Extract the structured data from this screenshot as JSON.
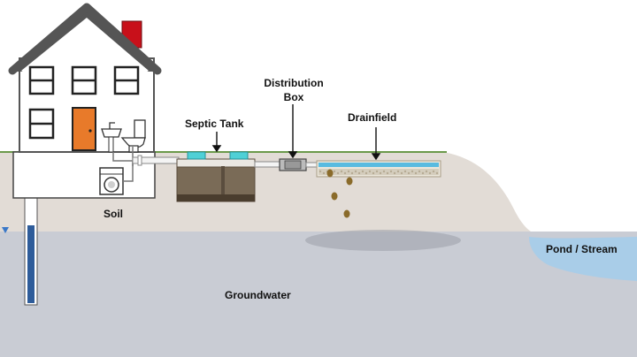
{
  "labels": {
    "septic_tank": "Septic Tank",
    "distribution_box_line1": "Distribution",
    "distribution_box_line2": "Box",
    "drainfield": "Drainfield",
    "soil": "Soil",
    "pond_stream": "Pond / Stream",
    "groundwater": "Groundwater"
  },
  "colors": {
    "sky": "#ffffff",
    "soil": "#e2dcd6",
    "groundwater": "#c9ccd4",
    "pond": "#a9cde8",
    "grass": "#6b9a4b",
    "house_wall": "#ffffff",
    "roof": "#555555",
    "chimney": "#c8101a",
    "door": "#e87a2a",
    "tank": "#7a6b57",
    "tank_lid": "#4fd0d6",
    "pipe": "#f0f0f0",
    "well_casing": "#2e5c9a",
    "drainfield_water": "#3fb3e0",
    "effluent": "#8a6b2a"
  }
}
